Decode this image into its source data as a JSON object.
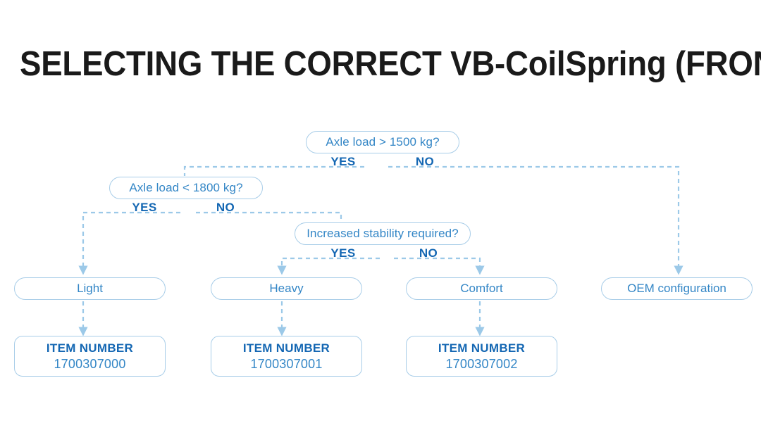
{
  "title": "SELECTING THE CORRECT VB-CoilSpring (FRONT AXLE)",
  "colors": {
    "node_text": "#3386c6",
    "node_border": "#a8cde8",
    "label_blue": "#1467b3",
    "connector": "#9cc9e8",
    "title": "#1a1a1a",
    "background": "#ffffff"
  },
  "decisions": [
    {
      "id": "d1",
      "text": "Axle load > 1500 kg?",
      "yes": "YES",
      "no": "NO"
    },
    {
      "id": "d2",
      "text": "Axle load < 1800 kg?",
      "yes": "YES",
      "no": "NO"
    },
    {
      "id": "d3",
      "text": "Increased stability required?",
      "yes": "YES",
      "no": "NO"
    }
  ],
  "outcomes": [
    {
      "id": "o1",
      "text": "Light"
    },
    {
      "id": "o2",
      "text": "Heavy"
    },
    {
      "id": "o3",
      "text": "Comfort"
    },
    {
      "id": "o4",
      "text": "OEM configuration"
    }
  ],
  "items": [
    {
      "label": "ITEM NUMBER",
      "value": "1700307000"
    },
    {
      "label": "ITEM NUMBER",
      "value": "1700307001"
    },
    {
      "label": "ITEM NUMBER",
      "value": "1700307002"
    }
  ],
  "chart_data": {
    "type": "diagram",
    "title": "SELECTING THE CORRECT VB-CoilSpring (FRONT AXLE)",
    "diagram_kind": "decision-flowchart",
    "nodes": [
      {
        "id": "d1",
        "kind": "decision",
        "text": "Axle load > 1500 kg?"
      },
      {
        "id": "d2",
        "kind": "decision",
        "text": "Axle load < 1800 kg?"
      },
      {
        "id": "d3",
        "kind": "decision",
        "text": "Increased stability required?"
      },
      {
        "id": "o1",
        "kind": "outcome",
        "text": "Light"
      },
      {
        "id": "o2",
        "kind": "outcome",
        "text": "Heavy"
      },
      {
        "id": "o3",
        "kind": "outcome",
        "text": "Comfort"
      },
      {
        "id": "o4",
        "kind": "outcome",
        "text": "OEM configuration"
      },
      {
        "id": "i1",
        "kind": "item",
        "text": "ITEM NUMBER 1700307000"
      },
      {
        "id": "i2",
        "kind": "item",
        "text": "ITEM NUMBER 1700307001"
      },
      {
        "id": "i3",
        "kind": "item",
        "text": "ITEM NUMBER 1700307002"
      }
    ],
    "edges": [
      {
        "from": "d1",
        "to": "d2",
        "label": "YES"
      },
      {
        "from": "d1",
        "to": "o4",
        "label": "NO"
      },
      {
        "from": "d2",
        "to": "o1",
        "label": "YES"
      },
      {
        "from": "d2",
        "to": "d3",
        "label": "NO"
      },
      {
        "from": "d3",
        "to": "o2",
        "label": "YES"
      },
      {
        "from": "d3",
        "to": "o3",
        "label": "NO"
      },
      {
        "from": "o1",
        "to": "i1",
        "label": ""
      },
      {
        "from": "o2",
        "to": "i2",
        "label": ""
      },
      {
        "from": "o3",
        "to": "i3",
        "label": ""
      }
    ]
  }
}
